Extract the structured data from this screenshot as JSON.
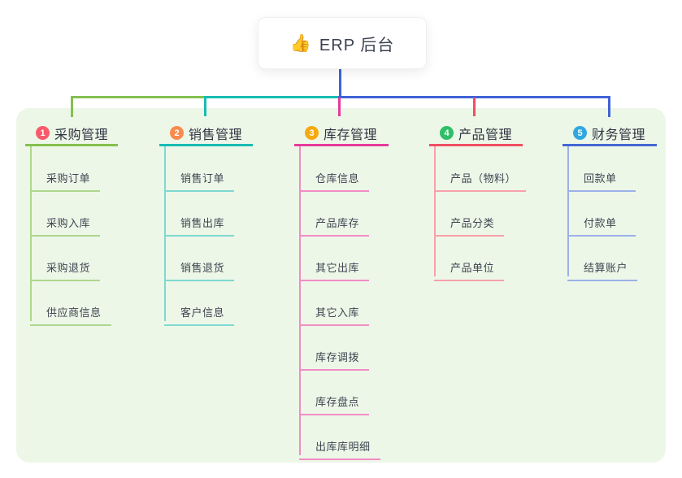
{
  "root": {
    "icon": "👍",
    "label": "ERP 后台"
  },
  "colors": {
    "panel_bg": "#edf7e8",
    "connector_blue": "#4163d7",
    "root_text": "#3b4150"
  },
  "branches": [
    {
      "num": "1",
      "label": "采购管理",
      "badge_color": "#f95a6b",
      "line_color": "#85c04f",
      "child_line_color": "#aed68c",
      "children": [
        "采购订单",
        "采购入库",
        "采购退货",
        "供应商信息"
      ]
    },
    {
      "num": "2",
      "label": "销售管理",
      "badge_color": "#f98b4e",
      "line_color": "#17bcb2",
      "child_line_color": "#7ed9d2",
      "children": [
        "销售订单",
        "销售出库",
        "销售退货",
        "客户信息"
      ]
    },
    {
      "num": "3",
      "label": "库存管理",
      "badge_color": "#f6a90f",
      "line_color": "#e6399b",
      "child_line_color": "#f38cc5",
      "children": [
        "仓库信息",
        "产品库存",
        "其它出库",
        "其它入库",
        "库存调拨",
        "库存盘点",
        "出库库明细"
      ]
    },
    {
      "num": "4",
      "label": "产品管理",
      "badge_color": "#2ebf67",
      "line_color": "#f04f63",
      "child_line_color": "#f8a0ab",
      "children": [
        "产品（物料）",
        "产品分类",
        "产品单位"
      ]
    },
    {
      "num": "5",
      "label": "财务管理",
      "badge_color": "#2fa8e0",
      "line_color": "#4368d2",
      "child_line_color": "#9bb1e8",
      "children": [
        "回款单",
        "付款单",
        "结算账户"
      ]
    }
  ]
}
